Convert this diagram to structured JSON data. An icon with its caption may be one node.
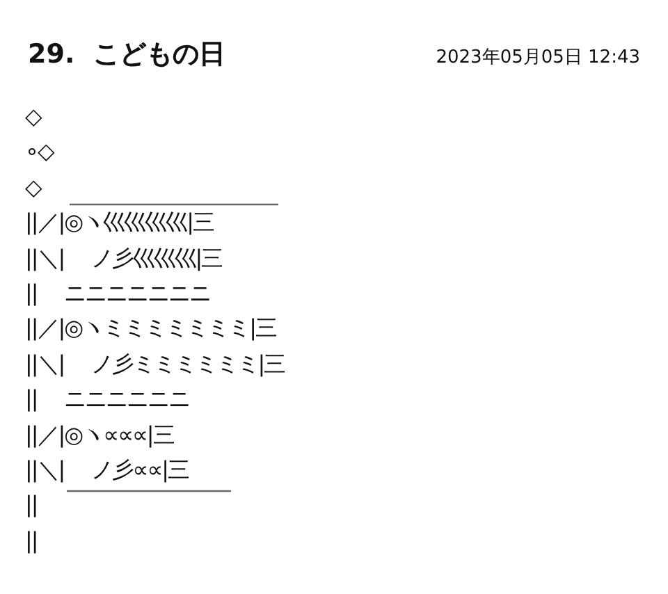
{
  "diagram": {
    "title": "29.  こどもの日",
    "labels": [
      "2023年05月05日 12:43",
      "◇",
      "∘◇",
      "◇",
      "||／|◎ヽ巛巛巛巛|三",
      "||＼|　 ノ彡巛巛巛|三",
      "||　 ニニニニニニニ",
      "||／|◎ヽミミミミミミミ|三",
      "||＼|　 ノ彡ミミミミミミ|三",
      "||　 ニニニニニニ",
      "||／|◎ヽ∝∝∝|三",
      "||＼|　 ノ彡∝∝|三",
      "||",
      "||"
    ]
  }
}
